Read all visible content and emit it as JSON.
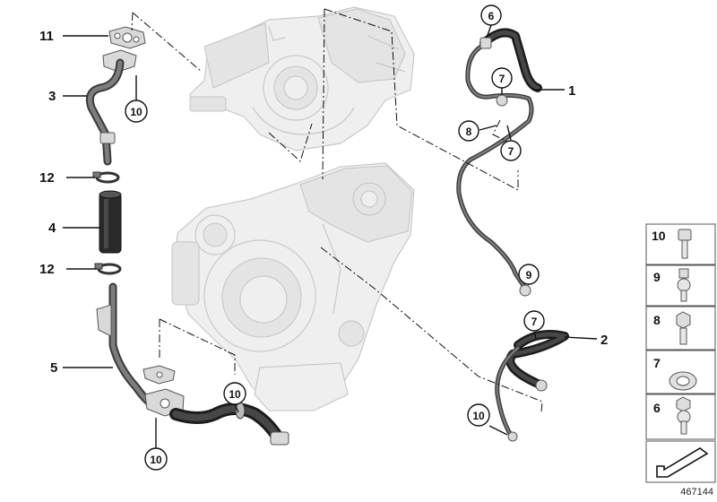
{
  "callouts": {
    "c1": "1",
    "c2": "2",
    "c3": "3",
    "c4": "4",
    "c5": "5",
    "c6": "6",
    "c7a": "7",
    "c7b": "7",
    "c7c": "7",
    "c8": "8",
    "c9": "9",
    "c10a": "10",
    "c10b": "10",
    "c10c": "10",
    "c10d": "10",
    "c11": "11",
    "c12a": "12",
    "c12b": "12"
  },
  "legend": {
    "items": [
      "10",
      "9",
      "8",
      "7",
      "6"
    ]
  },
  "reference_number": "467144",
  "colors": {
    "line": "#111111",
    "ghost_part": "#efefef",
    "hose": "#1c1c1c",
    "pipe": "#3a3a3a"
  }
}
